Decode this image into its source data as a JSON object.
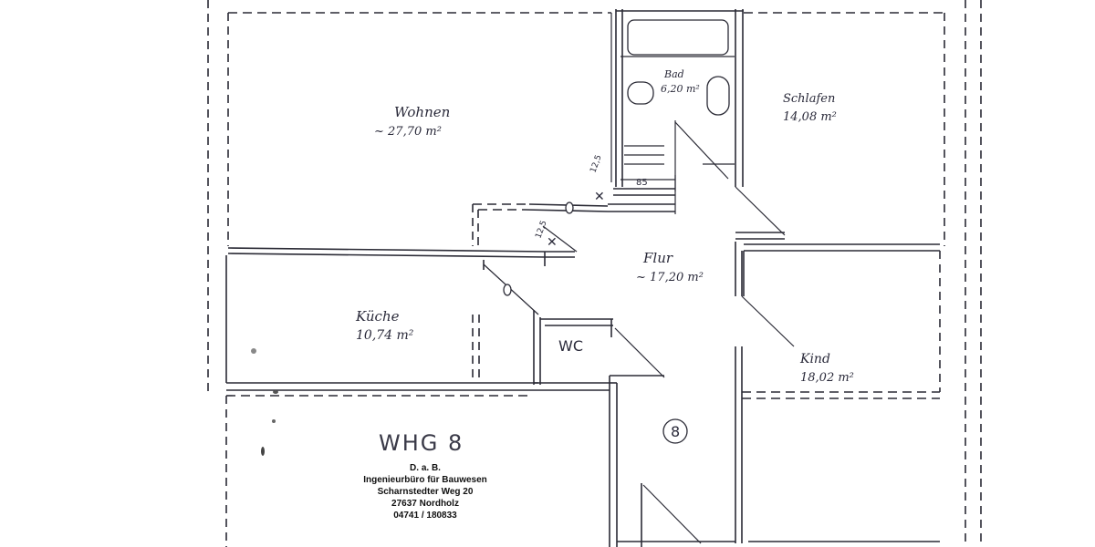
{
  "title": "WHG 8",
  "unit_number": "8",
  "rooms": {
    "wohnen": {
      "name": "Wohnen",
      "area": "~ 27,70 m²"
    },
    "bad": {
      "name": "Bad",
      "area": "6,20 m²"
    },
    "schlafen": {
      "name": "Schlafen",
      "area": "14,08 m²"
    },
    "flur": {
      "name": "Flur",
      "area": "~ 17,20 m²"
    },
    "kueche": {
      "name": "Küche",
      "area": "10,74 m²"
    },
    "wc": {
      "name": "WC"
    },
    "kind": {
      "name": "Kind",
      "area": "18,02 m²"
    }
  },
  "dimensions": {
    "bath_width": "85",
    "door_a": "12,5",
    "door_b": "12,5"
  },
  "stamp": {
    "line1": "D. a. B.",
    "line2": "Ingenieurbüro für Bauwesen",
    "line3": "Scharnstedter Weg 20",
    "line4": "27637 Nordholz",
    "line5": "04741 / 180833"
  }
}
